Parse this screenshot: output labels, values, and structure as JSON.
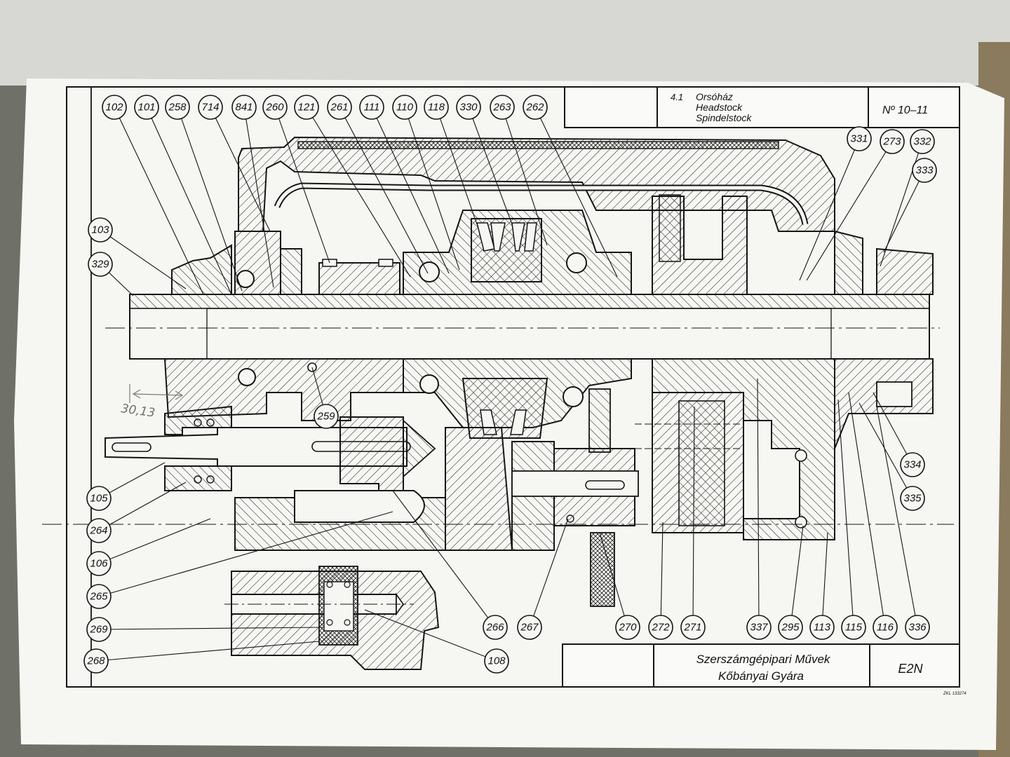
{
  "title_block": {
    "section": "4.1",
    "title_hu": "Orsóház",
    "title_en": "Headstock",
    "title_de": "Spindelstock",
    "sheet_no": "Nº 10–11"
  },
  "footer_block": {
    "company_line1": "Szerszámgépipari Művek",
    "company_line2": "Kőbányai Gyára",
    "model": "E2N",
    "print_code": "ZKL 133274"
  },
  "handwritten_note": "30,13",
  "balloons": {
    "top": [
      "102",
      "101",
      "258",
      "714",
      "841",
      "260",
      "121",
      "261",
      "111",
      "110",
      "118",
      "330",
      "263",
      "262"
    ],
    "right_top": [
      "331",
      "273",
      "332",
      "333"
    ],
    "left": [
      "103",
      "329",
      "105",
      "264",
      "106",
      "265",
      "269",
      "268"
    ],
    "right_side": [
      "334",
      "335"
    ],
    "bottom": [
      "266",
      "267",
      "270",
      "272",
      "271",
      "337",
      "295",
      "113",
      "115",
      "116",
      "336"
    ],
    "inline": [
      "259",
      "108"
    ]
  },
  "colors": {
    "paper": "#f6f6f3",
    "ink": "#151515",
    "background": "#6f7168"
  }
}
